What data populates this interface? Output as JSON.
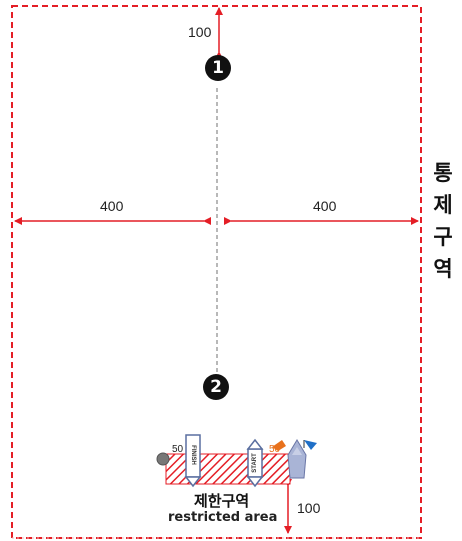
{
  "diagram": {
    "dim_top": "100",
    "dim_left": "400",
    "dim_right": "400",
    "dim_bottom": "100",
    "marker_1": "1",
    "marker_2": "2",
    "control_zone_label": [
      "통",
      "제",
      "구",
      "역"
    ],
    "restricted_ko": "제한구역",
    "restricted_en": "restricted area",
    "buoy_50_left": "50",
    "buoy_50_right": "50",
    "finish_label": "FINISH",
    "start_label": "START",
    "colors": {
      "boundary": "#e41e26",
      "arrow": "#e41e26",
      "hatch": "#e41e26",
      "marker": "#111111",
      "flag_orange": "#e8711c",
      "flag_blue": "#1f6fc7"
    }
  }
}
